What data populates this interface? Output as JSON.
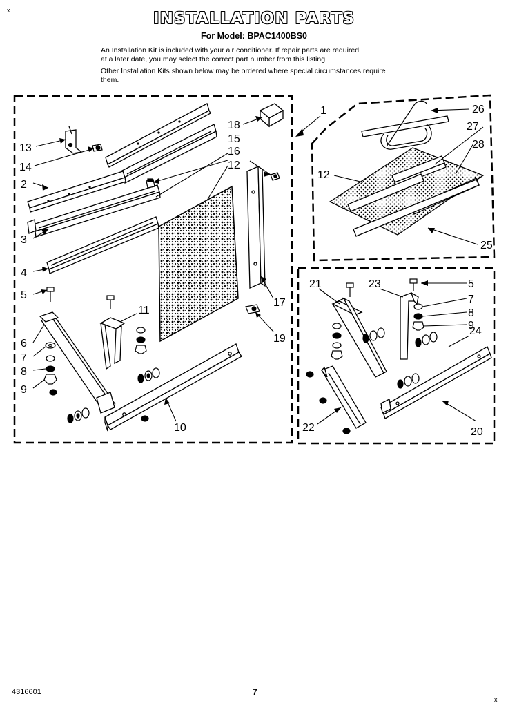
{
  "header": {
    "title": "INSTALLATION PARTS",
    "subtitle": "For Model: BPAC1400BS0"
  },
  "intro": {
    "para1_line1": "An Installation Kit is included with your air conditioner. If repair parts are required",
    "para1_line2": "at a later date, you may select the correct part number from this listing.",
    "para2_line1": "Other Installation Kits shown below may be ordered where special circumstances require",
    "para2_line2": "them."
  },
  "labels": {
    "p1": "1",
    "p2": "2",
    "p3": "3",
    "p4": "4",
    "p5": "5",
    "p6": "6",
    "p7": "7",
    "p8": "8",
    "p9": "9",
    "p10": "10",
    "p11": "11",
    "p12": "12",
    "p13": "13",
    "p14": "14",
    "p15": "15",
    "p16": "16",
    "p17": "17",
    "p18": "18",
    "p19": "19",
    "p12b": "12",
    "p20": "20",
    "p21": "21",
    "p22": "22",
    "p23": "23",
    "p24": "24",
    "p25": "25",
    "p26": "26",
    "p27": "27",
    "p28": "28",
    "p5b": "5",
    "p7b": "7",
    "p8b": "8",
    "p9b": "9"
  },
  "footer": {
    "part_number": "4316601",
    "page_number": "7"
  },
  "corner_marks": {
    "top_left": "x",
    "bottom_right": "x"
  }
}
